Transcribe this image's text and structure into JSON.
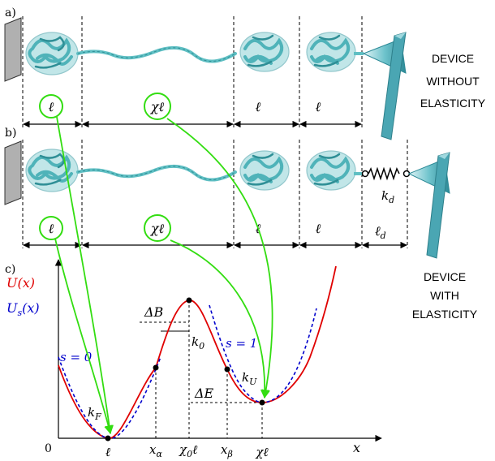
{
  "panels": {
    "a": {
      "label": "a)"
    },
    "b": {
      "label": "b)"
    },
    "c": {
      "label": "c)"
    }
  },
  "device": {
    "without_line1": "DEVICE",
    "without_line2": "WITHOUT",
    "without_line3": "ELASTICITY",
    "with_line1": "DEVICE",
    "with_line2": "WITH",
    "with_line3": "ELASTICITY"
  },
  "segments": {
    "l": "ℓ",
    "chi_l": "χℓ",
    "l_d": "ℓ",
    "l_d_sub": "d",
    "k_d": "k",
    "k_d_sub": "d"
  },
  "plot": {
    "u_label": "U(x)",
    "us_label_main": "U",
    "us_label_sub": "s",
    "us_label_arg": "(x)",
    "s0": "s = 0",
    "s1": "s = 1",
    "delta_b": "ΔB",
    "delta_e": "ΔE",
    "k0": "k",
    "k0_sub": "0",
    "kU": "k",
    "kU_sub": "U",
    "kF": "k",
    "kF_sub": "F",
    "origin": "0",
    "x_axis": "x",
    "tick_l": "ℓ",
    "tick_xa": "x",
    "tick_xa_sub": "α",
    "tick_chi0": "χ",
    "tick_chi0_sub": "0",
    "tick_chi0_suffix": "ℓ",
    "tick_xb": "x",
    "tick_xb_sub": "β",
    "tick_chil": "χℓ"
  },
  "colors": {
    "u_curve": "#e00000",
    "us_curve": "#0000cc",
    "arrows": "#33dd11",
    "protein": "#5fbfc3",
    "device": "#4aa6b3",
    "wall": "#b0b0b0"
  }
}
